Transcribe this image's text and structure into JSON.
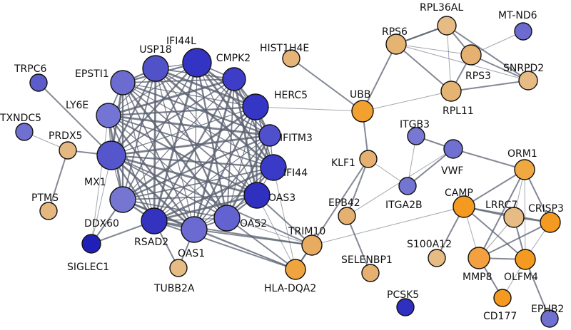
{
  "nodes": [
    {
      "id": "IFI44L",
      "label": "IFI44L",
      "color": "#3333c4"
    },
    {
      "id": "USP18",
      "label": "USP18",
      "color": "#5252c8"
    },
    {
      "id": "CMPK2",
      "label": "CMPK2",
      "color": "#3d3dc8"
    },
    {
      "id": "EPSTI1",
      "label": "EPSTI1",
      "color": "#6b6bd0"
    },
    {
      "id": "HERC5",
      "label": "HERC5",
      "color": "#3535c6"
    },
    {
      "id": "LY6E",
      "label": "LY6E",
      "color": "#7474d4"
    },
    {
      "id": "IFITM3",
      "label": "IFITM3",
      "color": "#5050cc"
    },
    {
      "id": "MX1",
      "label": "MX1",
      "color": "#5555cc"
    },
    {
      "id": "IFI44",
      "label": "IFI44",
      "color": "#3a3ac8"
    },
    {
      "id": "OAS3",
      "label": "OAS3",
      "color": "#3030c0"
    },
    {
      "id": "DDX60",
      "label": "DDX60",
      "color": "#7575d2"
    },
    {
      "id": "OAS2",
      "label": "OAS2",
      "color": "#6262d0"
    },
    {
      "id": "RSAD2",
      "label": "RSAD2",
      "color": "#3333c0"
    },
    {
      "id": "OAS1",
      "label": "OAS1",
      "color": "#6a6ad0"
    },
    {
      "id": "SIGLEC1",
      "label": "SIGLEC1",
      "color": "#2020b8"
    },
    {
      "id": "TRPC6",
      "label": "TRPC6",
      "color": "#5c5cca"
    },
    {
      "id": "TXNDC5",
      "label": "TXNDC5",
      "color": "#7070d0"
    },
    {
      "id": "PRDX5",
      "label": "PRDX5",
      "color": "#e4b880"
    },
    {
      "id": "PTMS",
      "label": "PTMS",
      "color": "#e4b880"
    },
    {
      "id": "TUBB2A",
      "label": "TUBB2A",
      "color": "#e6bc84"
    },
    {
      "id": "HIST1H4E",
      "label": "HIST1H4E",
      "color": "#e6b478"
    },
    {
      "id": "UBB",
      "label": "UBB",
      "color": "#f2a030"
    },
    {
      "id": "RPS6",
      "label": "RPS6",
      "color": "#e6b472"
    },
    {
      "id": "RPL36AL",
      "label": "RPL36AL",
      "color": "#e6bc84"
    },
    {
      "id": "MT-ND6",
      "label": "MT-ND6",
      "color": "#6c6cd0"
    },
    {
      "id": "RPS3",
      "label": "RPS3",
      "color": "#e6b070"
    },
    {
      "id": "SNRPD2",
      "label": "SNRPD2",
      "color": "#e6bc84"
    },
    {
      "id": "RPL11",
      "label": "RPL11",
      "color": "#e6b472"
    },
    {
      "id": "KLF1",
      "label": "KLF1",
      "color": "#e6b070"
    },
    {
      "id": "ITGB3",
      "label": "ITGB3",
      "color": "#7878d4"
    },
    {
      "id": "VWF",
      "label": "VWF",
      "color": "#7070d2"
    },
    {
      "id": "ITGA2B",
      "label": "ITGA2B",
      "color": "#7474d2"
    },
    {
      "id": "ORM1",
      "label": "ORM1",
      "color": "#f0a840"
    },
    {
      "id": "EPB42",
      "label": "EPB42",
      "color": "#e6b070"
    },
    {
      "id": "CAMP",
      "label": "CAMP",
      "color": "#f59a20"
    },
    {
      "id": "LRRC7",
      "label": "LRRC7",
      "color": "#e6bc84"
    },
    {
      "id": "CRISP3",
      "label": "CRISP3",
      "color": "#f59a20"
    },
    {
      "id": "TRIM10",
      "label": "TRIM10",
      "color": "#e8ac60"
    },
    {
      "id": "S100A12",
      "label": "S100A12",
      "color": "#e6bc84"
    },
    {
      "id": "SELENBP1",
      "label": "SELENBP1",
      "color": "#e6b070"
    },
    {
      "id": "HLA-DQA2",
      "label": "HLA-DQA2",
      "color": "#f0a440"
    },
    {
      "id": "MMP8",
      "label": "MMP8",
      "color": "#f2a040"
    },
    {
      "id": "OLFM4",
      "label": "OLFM4",
      "color": "#f59a20"
    },
    {
      "id": "CD177",
      "label": "CD177",
      "color": "#f59a20"
    },
    {
      "id": "PCSK5",
      "label": "PCSK5",
      "color": "#3030c0"
    },
    {
      "id": "EPHB2",
      "label": "EPHB2",
      "color": "#7070d0"
    }
  ],
  "edges": [
    [
      "HERC5",
      "UBB"
    ],
    [
      "UBB",
      "HIST1H4E"
    ],
    [
      "UBB",
      "RPS6"
    ],
    [
      "UBB",
      "RPL11"
    ],
    [
      "UBB",
      "KLF1"
    ],
    [
      "RPS6",
      "RPL36AL"
    ],
    [
      "RPS6",
      "RPS3"
    ],
    [
      "RPS6",
      "RPL11"
    ],
    [
      "RPL36AL",
      "RPS3"
    ],
    [
      "RPL36AL",
      "RPL11"
    ],
    [
      "RPS3",
      "RPL11"
    ],
    [
      "RPS3",
      "SNRPD2"
    ],
    [
      "RPS3",
      "MT-ND6"
    ],
    [
      "RPL36AL",
      "SNRPD2"
    ],
    [
      "RPL11",
      "SNRPD2"
    ],
    [
      "RPS6",
      "SNRPD2"
    ],
    [
      "RPS6",
      "RPL36AL"
    ],
    [
      "KLF1",
      "EPB42"
    ],
    [
      "KLF1",
      "ITGA2B"
    ],
    [
      "KLF1",
      "HLA-DQA2"
    ],
    [
      "EPB42",
      "SELENBP1"
    ],
    [
      "ITGB3",
      "ITGA2B"
    ],
    [
      "ITGB3",
      "VWF"
    ],
    [
      "VWF",
      "ITGA2B"
    ],
    [
      "VWF",
      "EPB42"
    ],
    [
      "VWF",
      "ORM1"
    ],
    [
      "ORM1",
      "CAMP"
    ],
    [
      "ORM1",
      "LRRC7"
    ],
    [
      "ORM1",
      "CRISP3"
    ],
    [
      "ORM1",
      "MMP8"
    ],
    [
      "ORM1",
      "OLFM4"
    ],
    [
      "CAMP",
      "LRRC7"
    ],
    [
      "CAMP",
      "CRISP3"
    ],
    [
      "CAMP",
      "MMP8"
    ],
    [
      "CAMP",
      "OLFM4"
    ],
    [
      "LRRC7",
      "CRISP3"
    ],
    [
      "LRRC7",
      "MMP8"
    ],
    [
      "LRRC7",
      "OLFM4"
    ],
    [
      "CRISP3",
      "MMP8"
    ],
    [
      "CRISP3",
      "OLFM4"
    ],
    [
      "MMP8",
      "OLFM4"
    ],
    [
      "MMP8",
      "CD177"
    ],
    [
      "OLFM4",
      "CD177"
    ],
    [
      "OLFM4",
      "EPHB2"
    ],
    [
      "CAMP",
      "S100A12"
    ],
    [
      "CAMP",
      "TRIM10"
    ],
    [
      "TRIM10",
      "HLA-DQA2"
    ],
    [
      "OAS3",
      "TRIM10"
    ],
    [
      "OAS2",
      "TRIM10"
    ],
    [
      "OAS1",
      "TRIM10"
    ],
    [
      "RSAD2",
      "TRIM10"
    ],
    [
      "OAS3",
      "HLA-DQA2"
    ],
    [
      "OAS2",
      "HLA-DQA2"
    ],
    [
      "RSAD2",
      "HLA-DQA2"
    ],
    [
      "OAS1",
      "HLA-DQA2"
    ],
    [
      "DDX60",
      "HLA-DQA2"
    ],
    [
      "MX1",
      "TRIM10"
    ],
    [
      "IFI44",
      "HLA-DQA2"
    ],
    [
      "TUBB2A",
      "RSAD2"
    ],
    [
      "TUBB2A",
      "OAS1"
    ],
    [
      "SIGLEC1",
      "MX1"
    ],
    [
      "SIGLEC1",
      "RSAD2"
    ],
    [
      "SIGLEC1",
      "DDX60"
    ],
    [
      "SIGLEC1",
      "LY6E"
    ],
    [
      "MX1",
      "PRDX5"
    ],
    [
      "TRPC6",
      "MX1"
    ],
    [
      "PRDX5",
      "TXNDC5"
    ],
    [
      "PRDX5",
      "PTMS"
    ],
    [
      "IFI44L",
      "USP18"
    ],
    [
      "IFI44L",
      "CMPK2"
    ],
    [
      "IFI44L",
      "EPSTI1"
    ],
    [
      "IFI44L",
      "HERC5"
    ],
    [
      "IFI44L",
      "LY6E"
    ],
    [
      "IFI44L",
      "IFITM3"
    ],
    [
      "IFI44L",
      "MX1"
    ],
    [
      "IFI44L",
      "IFI44"
    ],
    [
      "IFI44L",
      "OAS3"
    ],
    [
      "IFI44L",
      "DDX60"
    ],
    [
      "IFI44L",
      "OAS2"
    ],
    [
      "IFI44L",
      "RSAD2"
    ],
    [
      "IFI44L",
      "OAS1"
    ],
    [
      "USP18",
      "CMPK2"
    ],
    [
      "USP18",
      "EPSTI1"
    ],
    [
      "USP18",
      "HERC5"
    ],
    [
      "USP18",
      "LY6E"
    ],
    [
      "USP18",
      "IFITM3"
    ],
    [
      "USP18",
      "MX1"
    ],
    [
      "USP18",
      "IFI44"
    ],
    [
      "USP18",
      "OAS3"
    ],
    [
      "USP18",
      "DDX60"
    ],
    [
      "USP18",
      "OAS2"
    ],
    [
      "USP18",
      "RSAD2"
    ],
    [
      "USP18",
      "OAS1"
    ],
    [
      "CMPK2",
      "EPSTI1"
    ],
    [
      "CMPK2",
      "HERC5"
    ],
    [
      "CMPK2",
      "LY6E"
    ],
    [
      "CMPK2",
      "IFITM3"
    ],
    [
      "CMPK2",
      "MX1"
    ],
    [
      "CMPK2",
      "IFI44"
    ],
    [
      "CMPK2",
      "OAS3"
    ],
    [
      "CMPK2",
      "DDX60"
    ],
    [
      "CMPK2",
      "OAS2"
    ],
    [
      "CMPK2",
      "RSAD2"
    ],
    [
      "CMPK2",
      "OAS1"
    ],
    [
      "EPSTI1",
      "HERC5"
    ],
    [
      "EPSTI1",
      "LY6E"
    ],
    [
      "EPSTI1",
      "IFITM3"
    ],
    [
      "EPSTI1",
      "MX1"
    ],
    [
      "EPSTI1",
      "IFI44"
    ],
    [
      "EPSTI1",
      "OAS3"
    ],
    [
      "EPSTI1",
      "DDX60"
    ],
    [
      "EPSTI1",
      "OAS2"
    ],
    [
      "EPSTI1",
      "RSAD2"
    ],
    [
      "EPSTI1",
      "OAS1"
    ],
    [
      "HERC5",
      "LY6E"
    ],
    [
      "HERC5",
      "IFITM3"
    ],
    [
      "HERC5",
      "MX1"
    ],
    [
      "HERC5",
      "IFI44"
    ],
    [
      "HERC5",
      "OAS3"
    ],
    [
      "HERC5",
      "DDX60"
    ],
    [
      "HERC5",
      "OAS2"
    ],
    [
      "HERC5",
      "RSAD2"
    ],
    [
      "HERC5",
      "OAS1"
    ],
    [
      "LY6E",
      "IFITM3"
    ],
    [
      "LY6E",
      "MX1"
    ],
    [
      "LY6E",
      "IFI44"
    ],
    [
      "LY6E",
      "OAS3"
    ],
    [
      "LY6E",
      "DDX60"
    ],
    [
      "LY6E",
      "OAS2"
    ],
    [
      "LY6E",
      "RSAD2"
    ],
    [
      "LY6E",
      "OAS1"
    ],
    [
      "IFITM3",
      "MX1"
    ],
    [
      "IFITM3",
      "IFI44"
    ],
    [
      "IFITM3",
      "OAS3"
    ],
    [
      "IFITM3",
      "DDX60"
    ],
    [
      "IFITM3",
      "OAS2"
    ],
    [
      "IFITM3",
      "RSAD2"
    ],
    [
      "IFITM3",
      "OAS1"
    ],
    [
      "MX1",
      "IFI44"
    ],
    [
      "MX1",
      "OAS3"
    ],
    [
      "MX1",
      "DDX60"
    ],
    [
      "MX1",
      "OAS2"
    ],
    [
      "MX1",
      "RSAD2"
    ],
    [
      "MX1",
      "OAS1"
    ],
    [
      "IFI44",
      "OAS3"
    ],
    [
      "IFI44",
      "DDX60"
    ],
    [
      "IFI44",
      "OAS2"
    ],
    [
      "IFI44",
      "RSAD2"
    ],
    [
      "IFI44",
      "OAS1"
    ],
    [
      "OAS3",
      "DDX60"
    ],
    [
      "OAS3",
      "OAS2"
    ],
    [
      "OAS3",
      "RSAD2"
    ],
    [
      "OAS3",
      "OAS1"
    ],
    [
      "DDX60",
      "OAS2"
    ],
    [
      "DDX60",
      "RSAD2"
    ],
    [
      "DDX60",
      "OAS1"
    ],
    [
      "OAS2",
      "RSAD2"
    ],
    [
      "OAS2",
      "OAS1"
    ],
    [
      "RSAD2",
      "OAS1"
    ]
  ]
}
